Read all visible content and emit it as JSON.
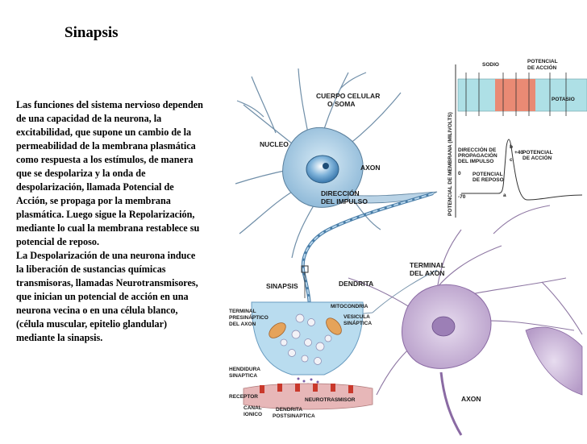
{
  "title": "Sinapsis",
  "paragraph_1": "Las funciones del sistema nervioso dependen de una capacidad de la neurona, la excitabilidad, que supone un cambio de la permeabilidad de la membrana plasmática como respuesta a los estímulos, de manera que se despolariza y la onda de despolarización, llamada Potencial de Acción, se propaga por la membrana plasmática. Luego sigue la Repolarización, mediante lo cual la membrana restablece su potencial de reposo.",
  "paragraph_2": "La Despolarización de una neurona induce la liberación de sustancias químicas transmisoras, llamadas Neurotransmisores, que inician un potencial de acción en una neurona vecina o en  una célula blanco, (célula muscular, epitelio glandular) mediante la sinapsis.",
  "figure": {
    "labels": {
      "cuerpo_celular_1": "CUERPO CELULAR",
      "cuerpo_celular_2": "O SOMA",
      "nucleo": "NUCLEO",
      "axon_top": "AXON",
      "direccion_impulso_1": "DIRECCIÓN",
      "direccion_impulso_2": "DEL IMPULSO",
      "sinapsis": "SINAPSIS",
      "dendrita": "DENDRITA",
      "terminal_axon_1": "TERMINAL",
      "terminal_axon_2": "DEL AXON",
      "mitocondria": "MITOCONDRIA",
      "terminal_presinaptico_1": "TERMINAL",
      "terminal_presinaptico_2": "PRESINÁPTICO",
      "terminal_presinaptico_3": "DEL AXON",
      "vesicula_1": "VESICULA",
      "vesicula_2": "SINÁPTICA",
      "hendidura_1": "HENDIDURA",
      "hendidura_2": "SINAPTICA",
      "receptor": "RECEPTOR",
      "neurotransmisor": "NEUROTRASMISOR",
      "canal_1": "CANAL",
      "canal_2": "IONICO",
      "dendrita_post_1": "DENDRITA",
      "dendrita_post_2": "POSTSINAPTICA",
      "axon_bottom": "AXON",
      "sodio": "SODIO",
      "potencial_accion_top_1": "POTENCIAL",
      "potencial_accion_top_2": "DE ACCIÓN",
      "potasio": "POTASIO",
      "direccion_propagacion_1": "DIRECCIÓN DE",
      "direccion_propagacion_2": "PROPAGACIÓN",
      "direccion_propagacion_3": "DEL IMPULSO",
      "potencial_accion_graph_1": "POTENCIAL",
      "potencial_accion_graph_2": "DE ACCIÓN",
      "potencial_reposo_1": "POTENCIAL",
      "potencial_reposo_2": "DE REPOSO",
      "axis_label": "POTENCIAL DE MEMBRANA (MILIVOLTS)",
      "tick_plus40": "+40",
      "tick_zero": "0",
      "tick_minus70": "-70",
      "point_a": "a",
      "point_b": "b",
      "point_c": "c"
    },
    "colors": {
      "neuron_blue": "#9fc4de",
      "neuron_purple": "#c9b3d6",
      "nucleus": "#4f8fc0",
      "membrane_band": "#aee0e6",
      "action_potential_zone": "#e98a74",
      "synapse_fluid": "#b9dcef",
      "mitochondria": "#e5a35a",
      "receptor_red": "#c9382b",
      "postsynaptic_pink": "#e7b7b8"
    }
  }
}
